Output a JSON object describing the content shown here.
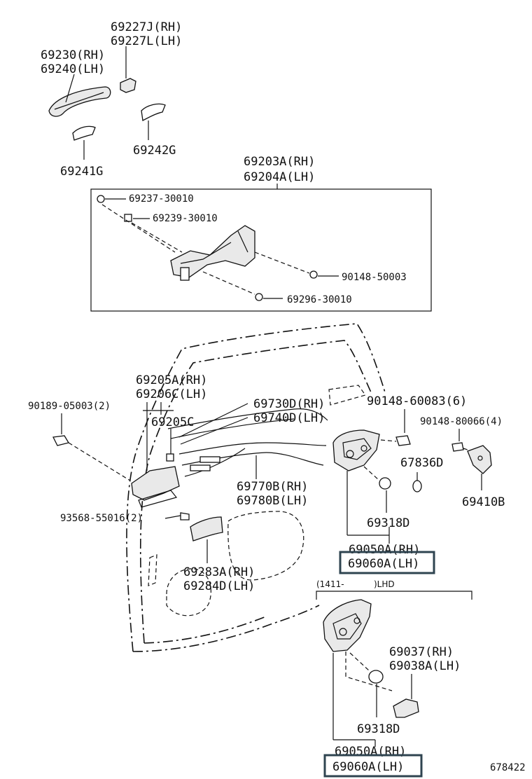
{
  "labels": {
    "p69227j": "69227J(RH)",
    "p69227l": "69227L(LH)",
    "p69230": "69230(RH)",
    "p69240": "69240(LH)",
    "p69242g": "69242G",
    "p69241g": "69241G",
    "p69203a": "69203A(RH)",
    "p69204a": "69204A(LH)",
    "p69237": "69237-30010",
    "p69239": "69239-30010",
    "p90148_50003": "90148-50003",
    "p69296": "69296-30010",
    "p69205a": "69205A(RH)",
    "p69206c": "69206C(LH)",
    "p69205c": "69205C",
    "p90189": "90189-05003(2)",
    "p69730d": "69730D(RH)",
    "p69740d": "69740D(LH)",
    "p90148_60083": "90148-60083(6)",
    "p90148_80066": "90148-80066(4)",
    "p67836d": "67836D",
    "p69410b": "69410B",
    "p69770b": "69770B(RH)",
    "p69780b": "69780B(LH)",
    "p93568": "93568-55016(2)",
    "p69318d_1": "69318D",
    "p69050a_1": "69050A(RH)",
    "p69060a_1": "69060A(LH)",
    "p69283a": "69283A(RH)",
    "p69284d": "69284D(LH)",
    "lhd_note_date": "(1411-",
    "lhd_note_suffix": ")LHD",
    "p69037": "69037(RH)",
    "p69038a": "69038A(LH)",
    "p69318d_2": "69318D",
    "p69050a_2": "69050A(RH)",
    "p69060a_2": "69060A(LH)",
    "catalog_no": "678422"
  },
  "colors": {
    "highlight_border": "#2f4450",
    "line": "#111111"
  }
}
